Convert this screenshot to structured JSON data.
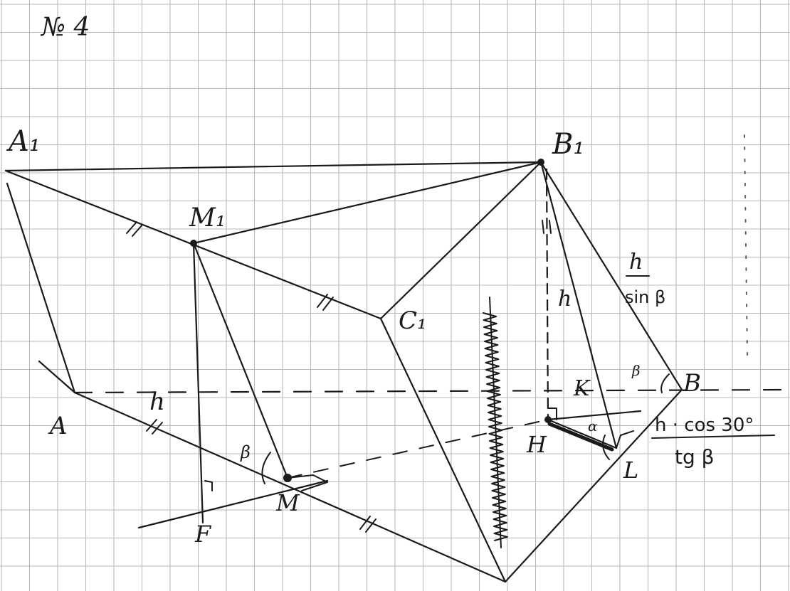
{
  "labels": {
    "header": "№ 4",
    "A1": "A₁",
    "B1": "B₁",
    "M1": "M₁",
    "C1": "C₁",
    "A": "A",
    "B": "B",
    "M": "M",
    "F": "F",
    "H": "H",
    "K": "K",
    "L": "L",
    "h_left": "h",
    "h_vertical": "h"
  },
  "annotations": {
    "slant_numerator": "h",
    "slant_denominator": "sin β",
    "proj_numerator": "h · cos 30°",
    "proj_denominator": "tg β",
    "angle_beta_M": "β",
    "angle_beta_B": "β",
    "angle_alpha_L": "α"
  },
  "colors": {
    "ink": "#1a1a1a",
    "grid": "#b9b9b9",
    "paper": "#ffffff"
  }
}
